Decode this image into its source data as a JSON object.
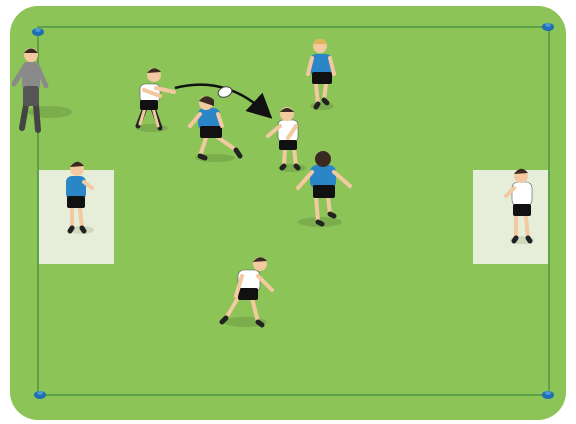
{
  "diagram": {
    "colors": {
      "grass": "#8dc457",
      "grass_edge": "#7fb64c",
      "pitch_line": "#5fa04a",
      "cone": "#1f6fb4",
      "end_zone": "#e6eed9",
      "blue_kit": "#2b86c7",
      "white_kit": "#ffffff",
      "shorts": "#111111",
      "coach_kit": "#8a8a8a",
      "skin": "#f2c9a0",
      "hair_dark": "#3a2a22",
      "hair_light": "#e3b35a",
      "ball": "#ffffff",
      "pass_arrow": "#111111",
      "shadow": "#6f9f45"
    },
    "cones": [
      "corner-cone-top-left",
      "corner-cone-top-right",
      "corner-cone-bottom-left",
      "corner-cone-bottom-right"
    ],
    "end_zones": [
      "end-zone-left",
      "end-zone-right"
    ],
    "players": [
      {
        "id": "coach",
        "team": "coach",
        "pose": "standing"
      },
      {
        "id": "white-passer",
        "team": "white",
        "pose": "passing"
      },
      {
        "id": "blue-chaser",
        "team": "blue",
        "pose": "running"
      },
      {
        "id": "white-receiver",
        "team": "white",
        "pose": "catching"
      },
      {
        "id": "blue-top-runner",
        "team": "blue",
        "pose": "running"
      },
      {
        "id": "blue-defender",
        "team": "blue",
        "pose": "running"
      },
      {
        "id": "blue-left-endzone",
        "team": "blue",
        "pose": "standing"
      },
      {
        "id": "white-right-endzone",
        "team": "white",
        "pose": "standing"
      },
      {
        "id": "white-bottom-runner",
        "team": "white",
        "pose": "running"
      }
    ],
    "pass": {
      "from": "white-passer",
      "to": "white-receiver",
      "ball": "rugby-ball"
    }
  }
}
